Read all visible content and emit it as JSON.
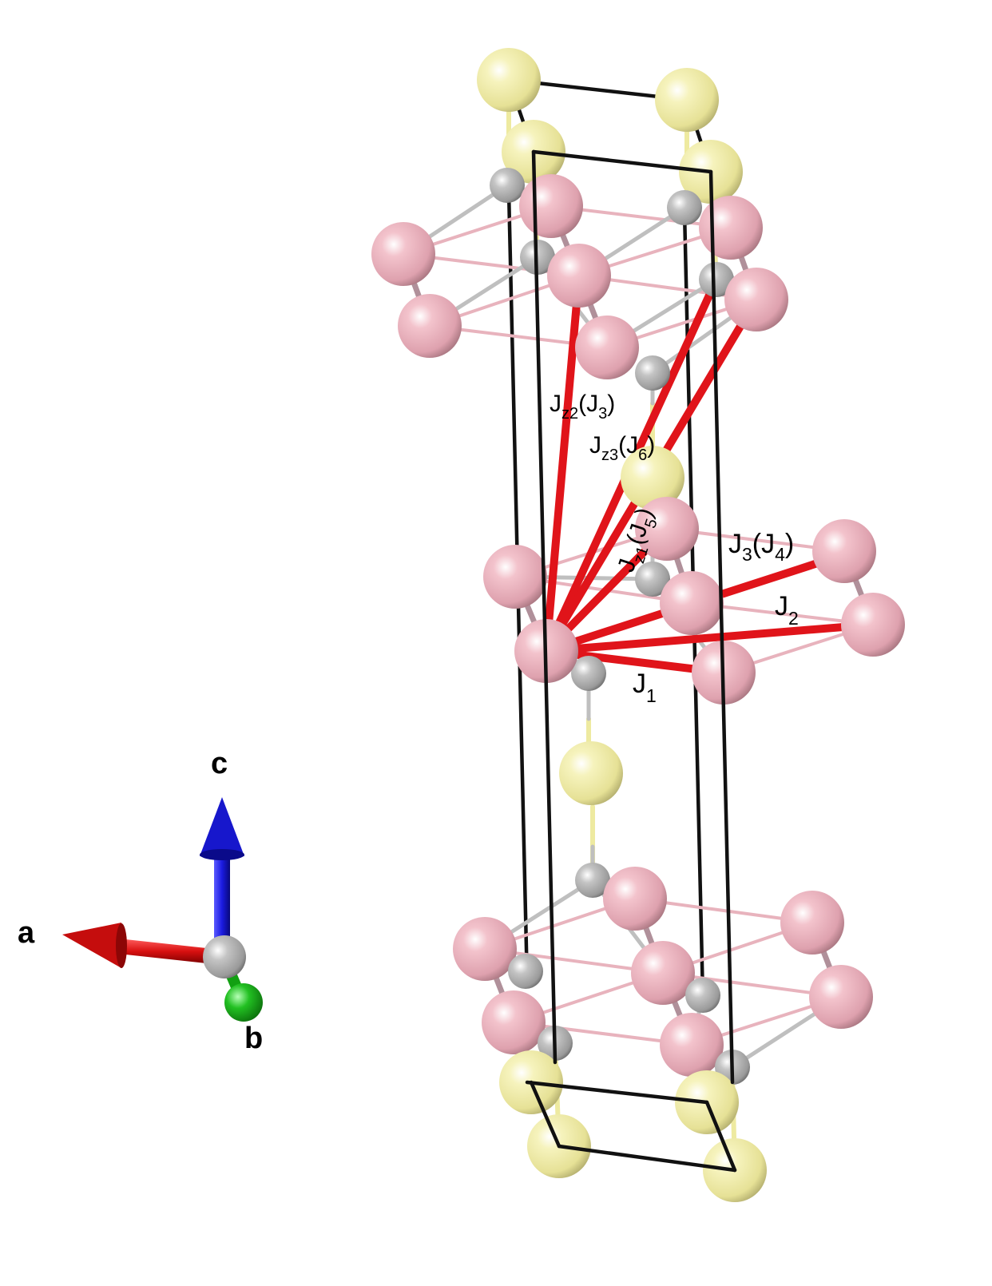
{
  "axes": {
    "a": "a",
    "b": "b",
    "c": "c"
  },
  "colors": {
    "atom_pink": "#e8a9b6",
    "atom_yellow": "#eeeaa0",
    "atom_gray": "#a8a8a8",
    "exchange_bond": "#e0141a",
    "cell_edge": "#111111",
    "axis_a": "#d41010",
    "axis_b": "#12b012",
    "axis_c": "#1515d0"
  },
  "exchange_labels": {
    "J1": {
      "main": "J",
      "sub": "1"
    },
    "J2": {
      "main": "J",
      "sub": "2"
    },
    "J3": {
      "main": "J",
      "sub": "3",
      "paren_main": "J",
      "paren_sub": "4"
    },
    "Jz1": {
      "main": "J",
      "sub": "z1",
      "paren_main": "J",
      "paren_sub": "5"
    },
    "Jz2": {
      "main": "J",
      "sub": "z2",
      "paren_main": "J",
      "paren_sub": "3"
    },
    "Jz3": {
      "main": "J",
      "sub": "z3",
      "paren_main": "J",
      "paren_sub": "6"
    }
  }
}
